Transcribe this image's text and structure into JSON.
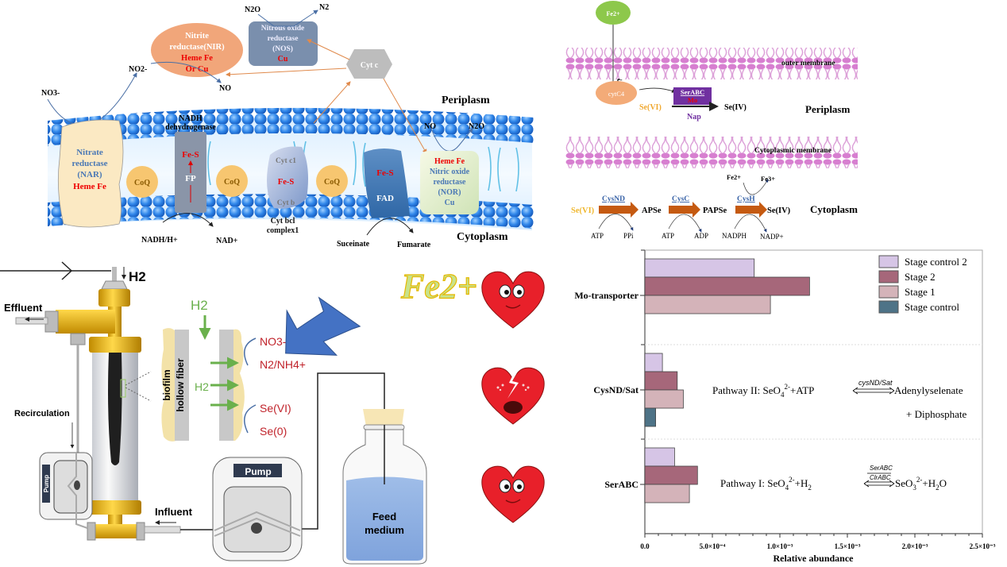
{
  "denitrification": {
    "nitrate": "NO3-",
    "nitrite": "NO2-",
    "no": "NO",
    "n2o_top": "N2O",
    "n2": "N2",
    "no_right": "NO",
    "n2o_right": "N2O",
    "nir": {
      "line1": "Nitrite",
      "line2": "reductase(NIR)",
      "cofactor1": "Heme Fe",
      "cofactor2": "Or Cu"
    },
    "nos": {
      "line1": "Nitrous oxide",
      "line2": "reductase",
      "line3": "(NOS)",
      "cofactor": "Cu"
    },
    "cytc": "Cyt c",
    "nar": {
      "line1": "Nitrate",
      "line2": "reductase",
      "line3": "(NAR)",
      "cofactor": "Heme Fe"
    },
    "nadh_dh": {
      "line1": "NADH",
      "line2": "dehydrogenase",
      "fes": "Fe-S",
      "fp": "FP"
    },
    "coq": "CoQ",
    "bc1": {
      "top": "Cyt c1",
      "mid": "Fe-S",
      "bottom": "Cyt b",
      "label1": "Cyt bcl",
      "label2": "complex1"
    },
    "sdh": {
      "fes": "Fe-S",
      "fad": "FAD"
    },
    "nor": {
      "cofactor1": "Heme Fe",
      "line1": "Nitric oxide",
      "line2": "reductase",
      "line3": "(NOR)",
      "cofactor2": "Cu"
    },
    "nadh": "NADH/H+",
    "nad": "NAD+",
    "succinate": "Suceinate",
    "fumarate": "Fumarate",
    "periplasm": "Periplasm",
    "cytoplasm": "Cytoplasm"
  },
  "selenate": {
    "fe2": "Fe2+",
    "electron": "e-",
    "outer_membrane": "outer membrane",
    "cytc4": "cytC4",
    "serabc": "SerABC",
    "mo": "Mo",
    "sevi_peri": "Se(VI)",
    "seiv_peri": "Se(IV)",
    "nap": "Nap",
    "periplasm": "Periplasm",
    "cyto_membrane": "Cytoplasmic membrane",
    "cytoplasm": "Cytoplasm",
    "fe2_b": "Fe2+",
    "fe3": "Fe3+",
    "steps": [
      {
        "enzyme": "CysND",
        "in": "ATP",
        "out": "PPi"
      },
      {
        "enzyme": "CysC",
        "in": "ATP",
        "out": "ADP"
      },
      {
        "enzyme": "CysH",
        "in": "NADPH",
        "out": "NADP+"
      }
    ],
    "species": [
      "Se(VI)",
      "APSe",
      "PAPSe",
      "Se(IV)"
    ]
  },
  "reactor": {
    "h2": "H2",
    "effluent": "Effluent",
    "recirculation": "Recirculation",
    "pump_small": "Pump",
    "influent": "Influent",
    "pump": "Pump",
    "feed1": "Feed",
    "feed2": "medium"
  },
  "biofilm": {
    "h2_top": "H2",
    "h2_mid": "H2",
    "biofilm": "biofilm",
    "fiber": "hollow fiber",
    "no3": "NO3-",
    "n2nh4": "N2/NH4+",
    "sevi": "Se(VI)",
    "se0": "Se(0)"
  },
  "fe_label": "Fe2+",
  "hearts": [
    {
      "state": "happy"
    },
    {
      "state": "broken"
    },
    {
      "state": "happy"
    }
  ],
  "colors": {
    "stage_control_2": "#d6c5e6",
    "stage_2": "#a6677a",
    "stage_1": "#d4b3b9",
    "stage_control": "#4e7387",
    "accent_blue": "#4472c4",
    "orange_arrow": "#c55a11"
  },
  "chart_data": {
    "type": "bar",
    "orientation": "horizontal",
    "categories": [
      "Mo-transporter",
      "CysND/Sat",
      "SerABC"
    ],
    "series": [
      {
        "name": "Stage control 2",
        "values": [
          0.00081,
          0.00013,
          0.00022
        ]
      },
      {
        "name": "Stage 2",
        "values": [
          0.00122,
          0.00024,
          0.00039
        ]
      },
      {
        "name": "Stage 1",
        "values": [
          0.00093,
          0.000285,
          0.00033
        ]
      },
      {
        "name": "Stage control",
        "values": [
          0,
          8e-05,
          0
        ]
      }
    ],
    "xlabel": "Relative abundance",
    "xlim": [
      0,
      0.0025
    ],
    "xticks": [
      "0.0",
      "5.0×10⁻⁴",
      "1.0×10⁻³",
      "1.5×10⁻³",
      "2.0×10⁻³",
      "2.5×10⁻³"
    ],
    "legend_position": "top-right",
    "annotations": {
      "pathway2": {
        "prefix": "Pathway II: SeO",
        "sub": "4",
        "sup": "2-",
        "rest": "+ATP",
        "enzyme": "cysND/Sat",
        "product": "Adenylyselenate",
        "line2": "+ Diphosphate"
      },
      "pathway1": {
        "prefix": "Pathway I: SeO",
        "sub": "4",
        "sup": "2-",
        "mid": "+H",
        "h2sub": "2",
        "enzyme_top": "SerABC",
        "enzyme_bottom": "ClrABC",
        "product": "SeO",
        "psub": "3",
        "psup": "2-",
        "tail": "+H",
        "tsub": "2",
        "tend": "O"
      }
    }
  }
}
